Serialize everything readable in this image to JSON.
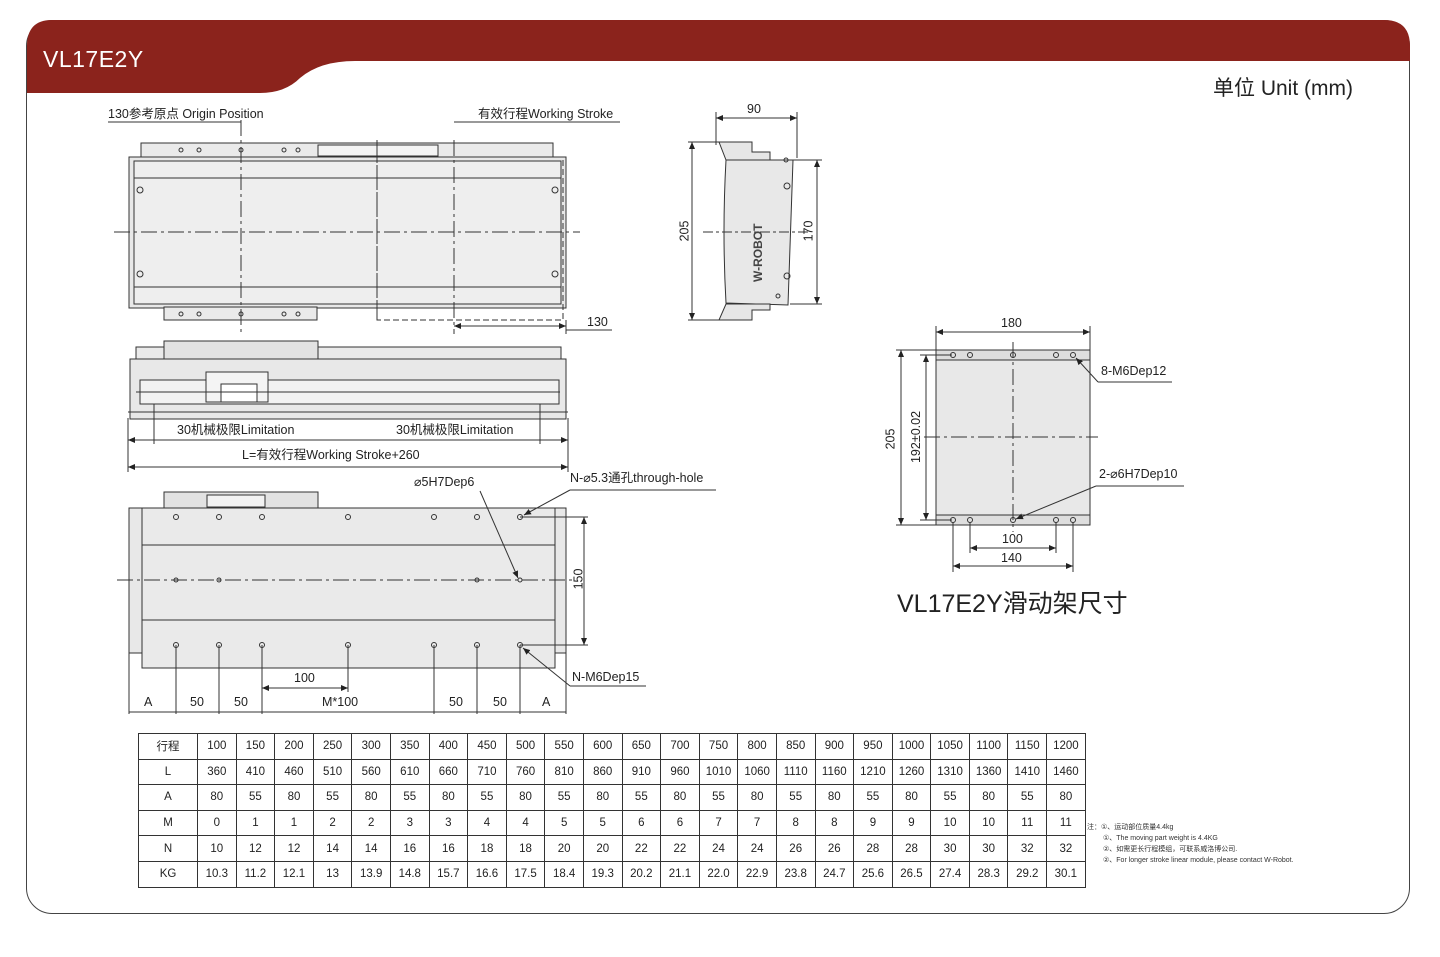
{
  "header": {
    "model": "VL17E2Y",
    "unit": "单位 Unit (mm)",
    "brand_color": "#8b231c"
  },
  "top_view": {
    "origin_label": "130参考原点 Origin Position",
    "stroke_label": "有效行程Working Stroke",
    "end_dim": "130"
  },
  "side_view": {
    "limit_left": "30机械极限Limitation",
    "limit_right": "30机械极限Limitation",
    "length_formula": "L=有效行程Working Stroke+260"
  },
  "end_view": {
    "width": "90",
    "height_outer": "205",
    "height_inner": "170",
    "logo_text": "W-ROBOT"
  },
  "bottom_view": {
    "pin_hole": "⌀5H7Dep6",
    "through_hole": "N-⌀5.3通孔through-hole",
    "thread_hole": "N-M6Dep15",
    "height": "150",
    "pitch": "100",
    "bottom_dims": [
      "A",
      "50",
      "50",
      "M*100",
      "50",
      "50",
      "A"
    ]
  },
  "carriage": {
    "width": "180",
    "thread": "8-M6Dep12",
    "pins": "2-⌀6H7Dep10",
    "height_outer": "205",
    "height_pin": "192±0.02",
    "pitch_inner": "100",
    "pitch_outer": "140",
    "caption": "VL17E2Y滑动架尺寸"
  },
  "spec_table": {
    "rows": [
      {
        "label": "行程",
        "values": [
          "100",
          "150",
          "200",
          "250",
          "300",
          "350",
          "400",
          "450",
          "500",
          "550",
          "600",
          "650",
          "700",
          "750",
          "800",
          "850",
          "900",
          "950",
          "1000",
          "1050",
          "1100",
          "1150",
          "1200"
        ]
      },
      {
        "label": "L",
        "values": [
          "360",
          "410",
          "460",
          "510",
          "560",
          "610",
          "660",
          "710",
          "760",
          "810",
          "860",
          "910",
          "960",
          "1010",
          "1060",
          "1110",
          "1160",
          "1210",
          "1260",
          "1310",
          "1360",
          "1410",
          "1460"
        ]
      },
      {
        "label": "A",
        "values": [
          "80",
          "55",
          "80",
          "55",
          "80",
          "55",
          "80",
          "55",
          "80",
          "55",
          "80",
          "55",
          "80",
          "55",
          "80",
          "55",
          "80",
          "55",
          "80",
          "55",
          "80",
          "55",
          "80"
        ]
      },
      {
        "label": "M",
        "values": [
          "0",
          "1",
          "1",
          "2",
          "2",
          "3",
          "3",
          "4",
          "4",
          "5",
          "5",
          "6",
          "6",
          "7",
          "7",
          "8",
          "8",
          "9",
          "9",
          "10",
          "10",
          "11",
          "11"
        ]
      },
      {
        "label": "N",
        "values": [
          "10",
          "12",
          "12",
          "14",
          "14",
          "16",
          "16",
          "18",
          "18",
          "20",
          "20",
          "22",
          "22",
          "24",
          "24",
          "26",
          "26",
          "28",
          "28",
          "30",
          "30",
          "32",
          "32"
        ]
      },
      {
        "label": "KG",
        "values": [
          "10.3",
          "11.2",
          "12.1",
          "13",
          "13.9",
          "14.8",
          "15.7",
          "16.6",
          "17.5",
          "18.4",
          "19.3",
          "20.2",
          "21.1",
          "22.0",
          "22.9",
          "23.8",
          "24.7",
          "25.6",
          "26.5",
          "27.4",
          "28.3",
          "29.2",
          "30.1"
        ]
      }
    ]
  },
  "notes": [
    "注：①、运动部位质量4.4kg",
    "①、The moving part weight is 4.4KG",
    "②、如需更长行程模组，可联系威洛博公司.",
    "②、For longer stroke linear module, please contact W-Robot."
  ]
}
